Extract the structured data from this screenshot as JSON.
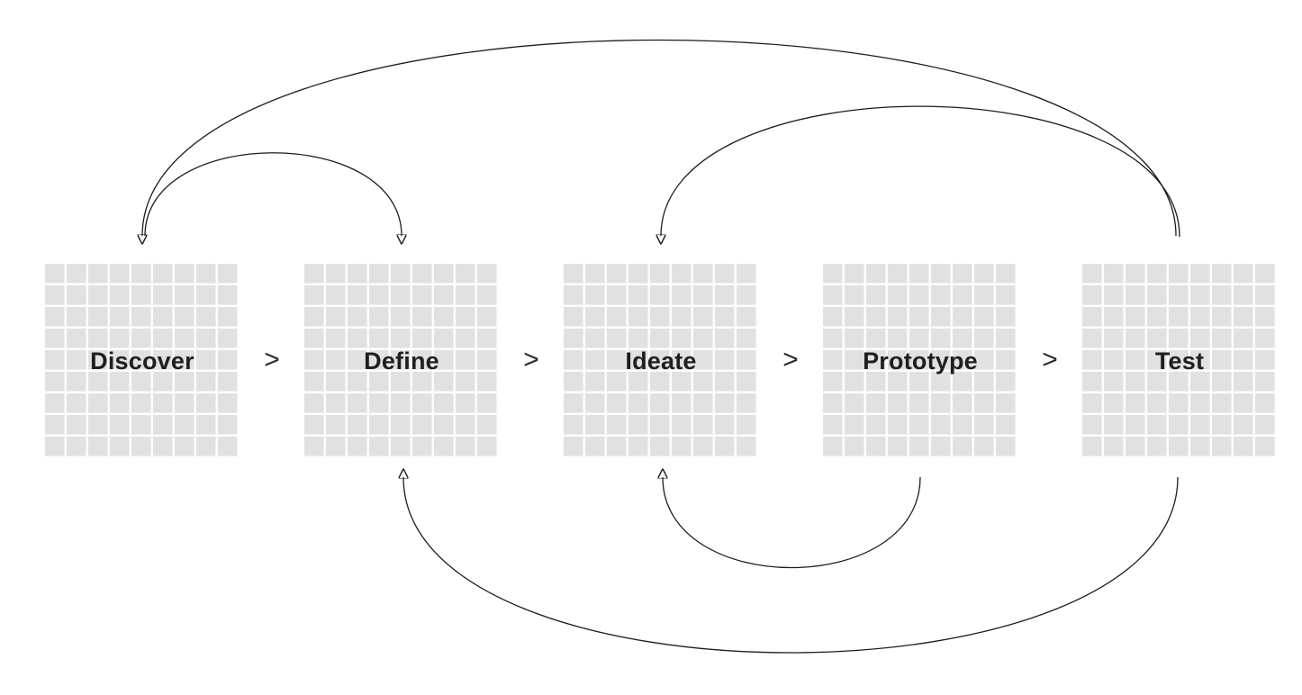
{
  "diagram": {
    "type": "design-process-flow",
    "separator_symbol": ">",
    "stages": [
      {
        "label": "Discover"
      },
      {
        "label": "Define"
      },
      {
        "label": "Ideate"
      },
      {
        "label": "Prototype"
      },
      {
        "label": "Test"
      }
    ],
    "feedback_arrows": [
      {
        "from": "Test",
        "to": "Discover",
        "position": "above",
        "style": "curved"
      },
      {
        "from": "Test",
        "to": "Ideate",
        "position": "above",
        "style": "curved"
      },
      {
        "from": "Discover",
        "to": "Define",
        "position": "above",
        "style": "curved"
      },
      {
        "from": "Prototype",
        "to": "Ideate",
        "position": "below",
        "style": "curved"
      },
      {
        "from": "Test",
        "to": "Define",
        "position": "below",
        "style": "curved"
      }
    ],
    "colors": {
      "background": "#ffffff",
      "box_fill": "#e1e1e1",
      "box_grid_lines": "#ffffff",
      "label_text": "#1f1f1f",
      "arrow_stroke": "#1c1c1c",
      "separator": "#2b2b2b"
    }
  }
}
